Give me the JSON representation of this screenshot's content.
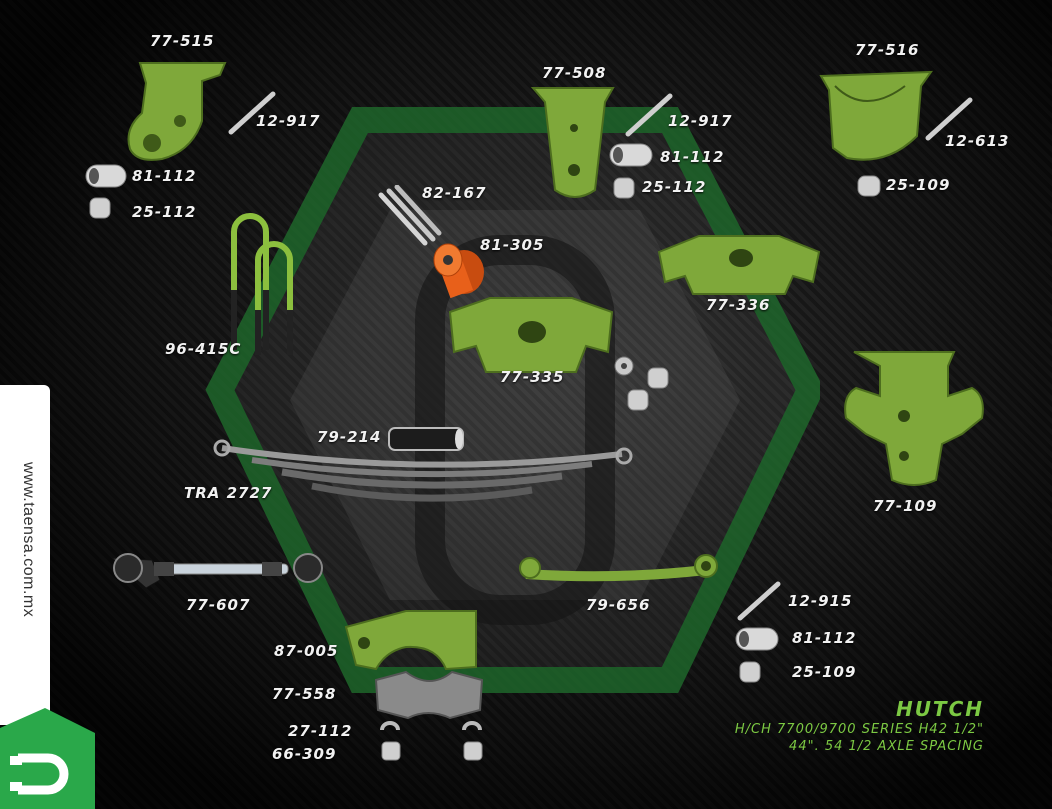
{
  "website": "www.taensa.com.mx",
  "title": {
    "brand": "HUTCH",
    "line1": "H/CH 7700/9700 SERIES H42 1/2\"",
    "line2": "44\". 54 1/2 AXLE SPACING"
  },
  "labels": {
    "p77_515": "77-515",
    "p12_917_a": "12-917",
    "p81_112_a": "81-112",
    "p25_112_a": "25-112",
    "p77_508": "77-508",
    "p12_917_b": "12-917",
    "p81_112_b": "81-112",
    "p25_112_b": "25-112",
    "p77_516": "77-516",
    "p12_613": "12-613",
    "p25_109_a": "25-109",
    "p82_167": "82-167",
    "p81_305": "81-305",
    "p96_415c": "96-415C",
    "p77_336": "77-336",
    "p77_335": "77-335",
    "p77_109": "77-109",
    "p79_214": "79-214",
    "tra2727": "TRA 2727",
    "p77_607": "77-607",
    "p79_656": "79-656",
    "p12_915": "12-915",
    "p81_112_c": "81-112",
    "p25_109_b": "25-109",
    "p87_005": "87-005",
    "p77_558": "77-558",
    "p27_112": "27-112",
    "p66_309": "66-309"
  },
  "colors": {
    "part_green": "#7fa83a",
    "accent_green": "#7cc943",
    "bushing_orange": "#e8601a",
    "logo_green": "#2e8b3e"
  },
  "icons": {
    "brand_badge": "taensa-logo-icon"
  }
}
